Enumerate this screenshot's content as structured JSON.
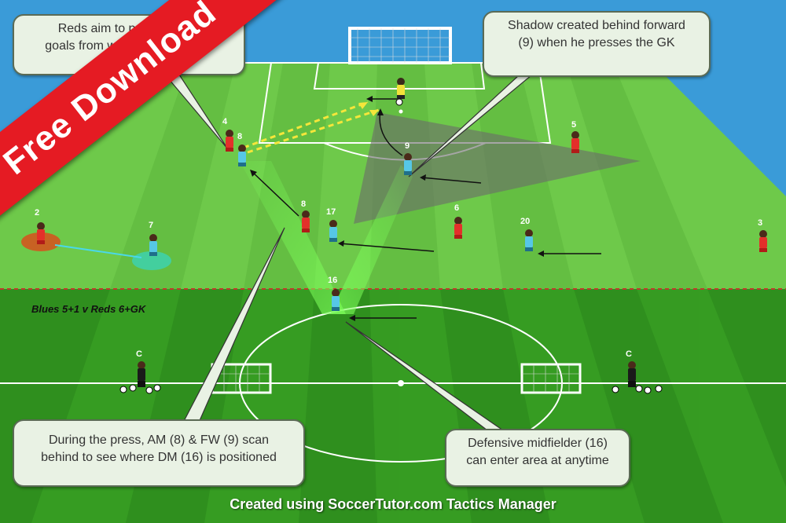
{
  "banner": {
    "text": "Free Download"
  },
  "callouts": {
    "top_left": {
      "line1": "Reds aim to pass into the",
      "line2": "goals from within the red zone"
    },
    "top_right": {
      "line1": "Shadow created behind forward",
      "line2": "(9) when he presses the GK"
    },
    "bottom_left": {
      "line1": "During the press, AM (8) & FW (9) scan",
      "line2": "behind to see where DM (16) is positioned"
    },
    "bottom_right": {
      "line1": "Defensive midfielder (16)",
      "line2": "can enter area at anytime"
    }
  },
  "subtitle": "Blues 5+1 v Reds 6+GK",
  "credit": "Created using SoccerTutor.com Tactics Manager",
  "players": {
    "red": [
      "4",
      "5",
      "2",
      "8",
      "6",
      "3"
    ],
    "blue": [
      "8",
      "9",
      "7",
      "17",
      "20",
      "16"
    ],
    "coaches": [
      "C",
      "C"
    ]
  },
  "colors": {
    "sky": "#3a9bd8",
    "pitch_light": "#6ec94a",
    "pitch_dark": "#2f8f1e",
    "red_team": "#e3302a",
    "blue_team": "#56c7e6",
    "goalkeeper": "#f2e23a",
    "banner": "#e51b23",
    "pass_line": "#f5e63a",
    "vision_cone": "#7dff5a"
  }
}
